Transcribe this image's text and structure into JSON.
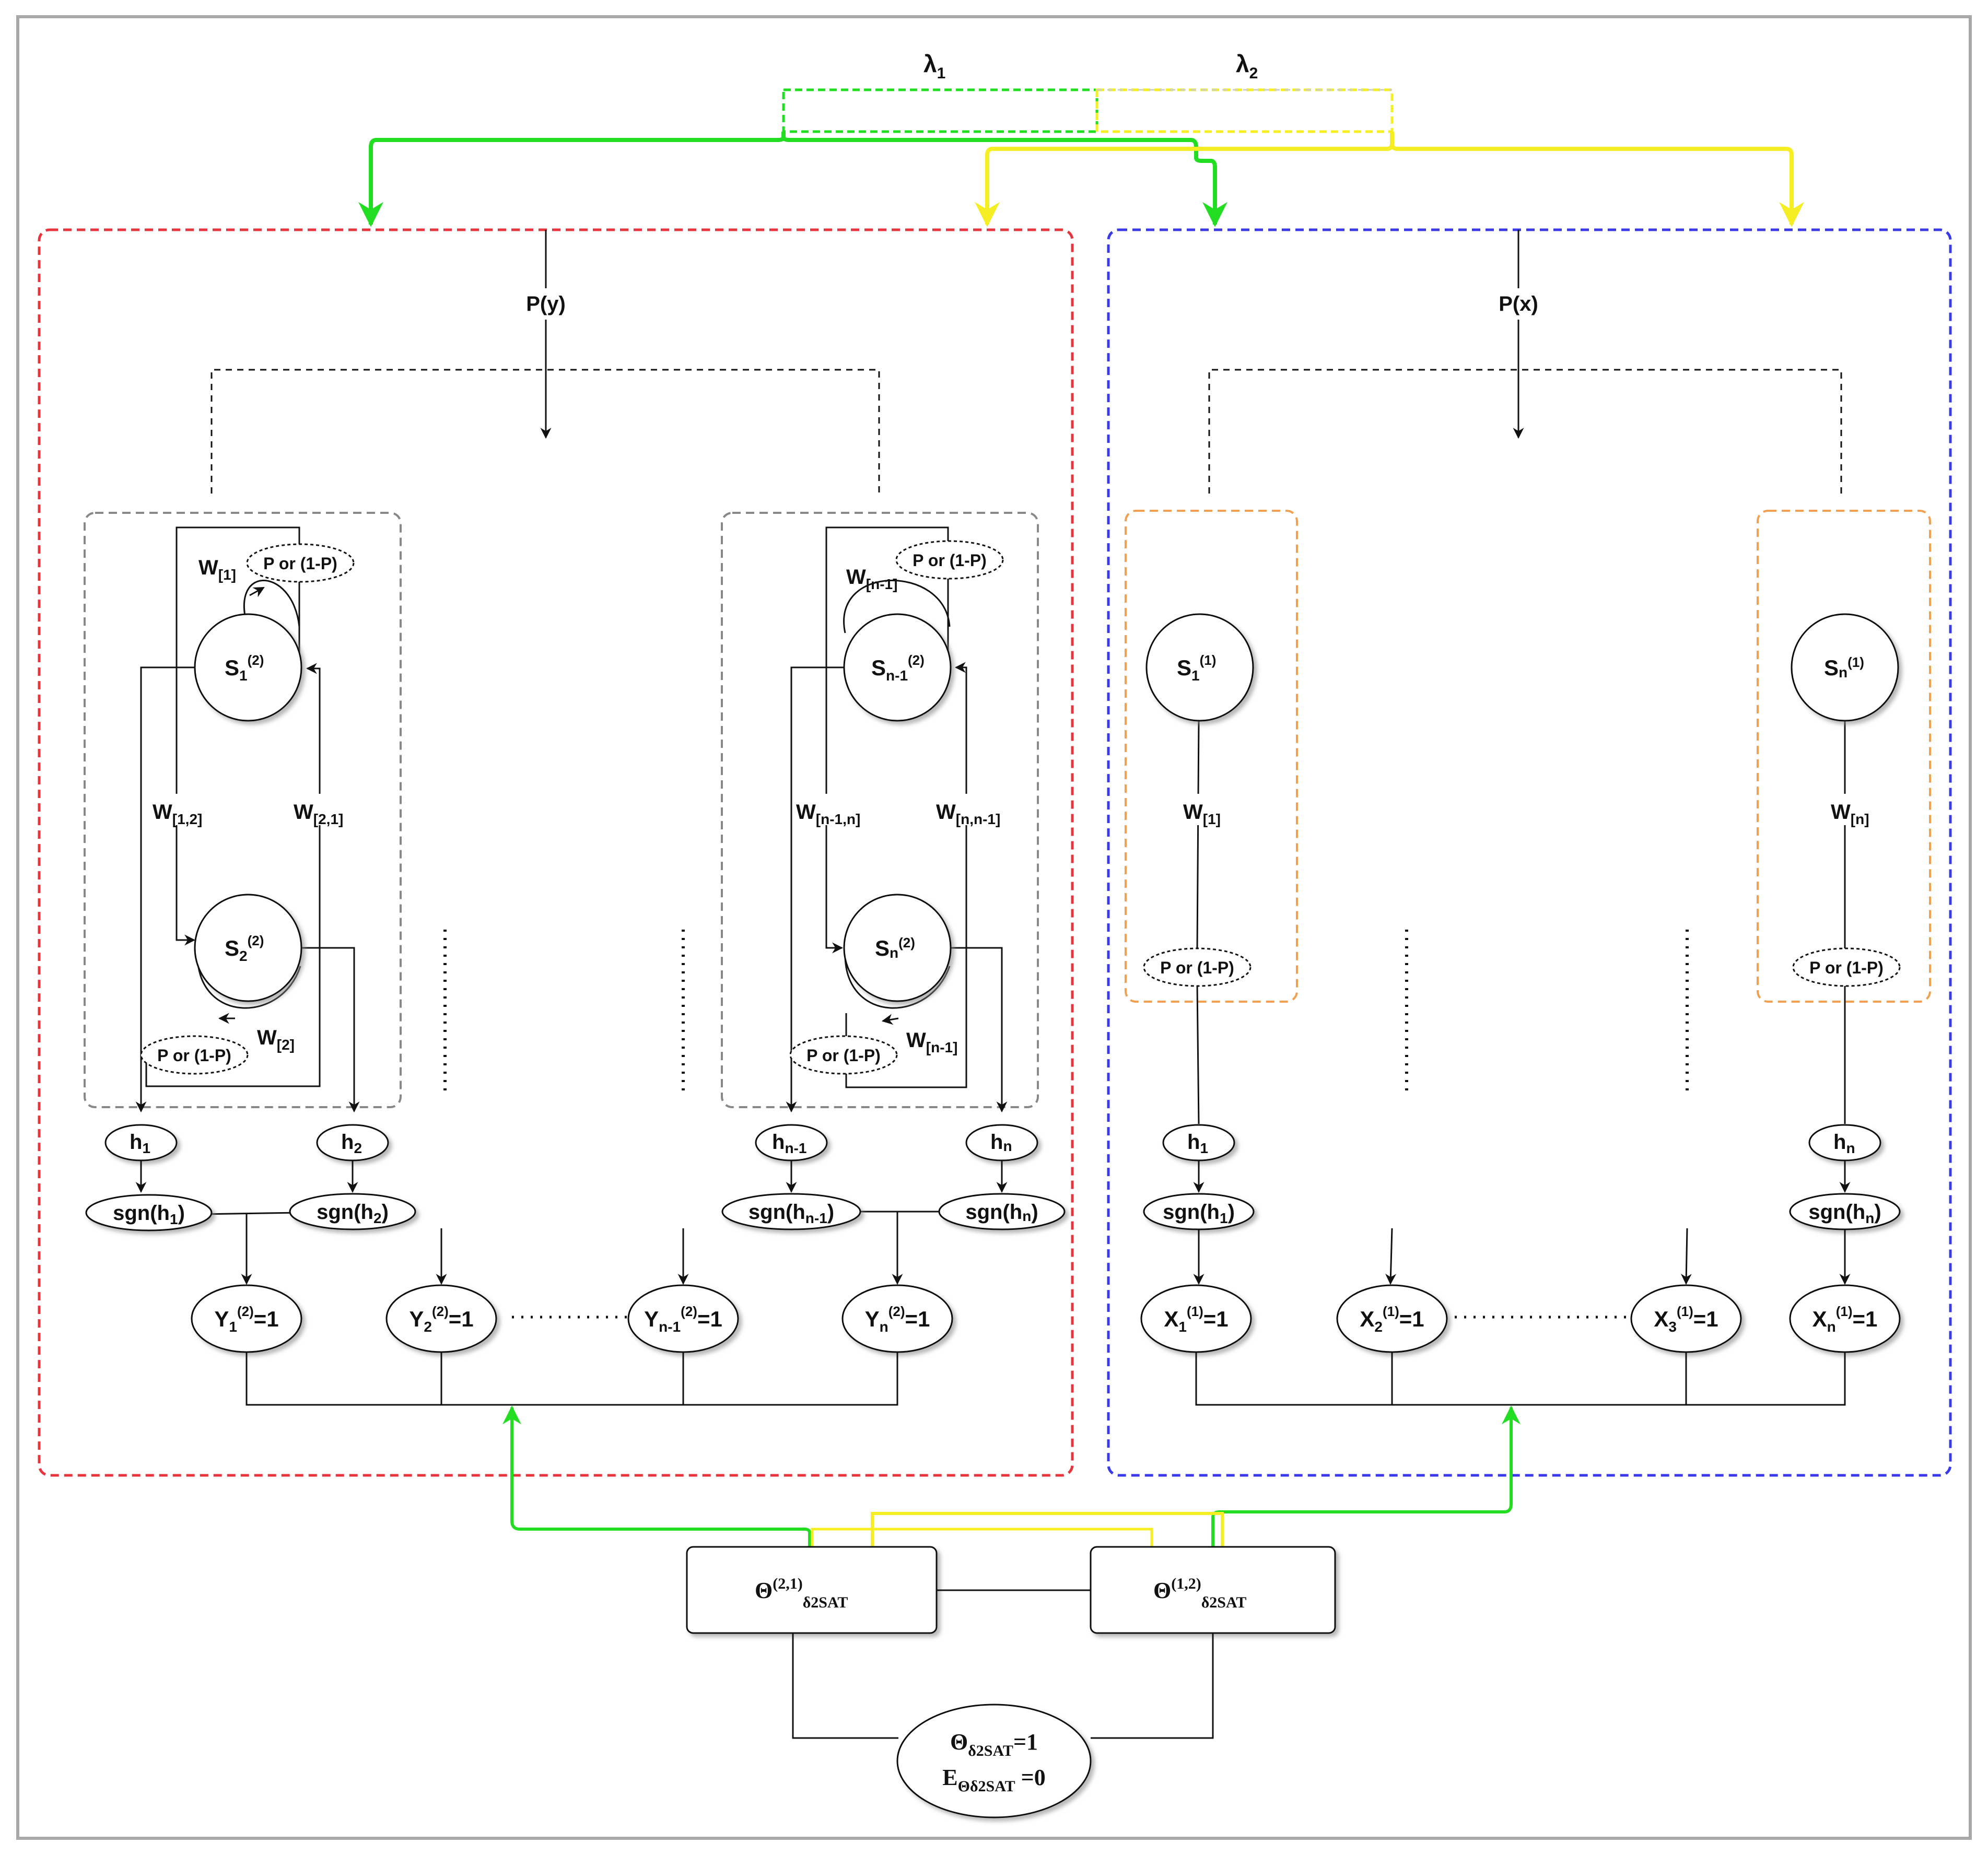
{
  "colors": {
    "frame": "#a8a8a8",
    "left_panel": "#e8343c",
    "right_panel": "#3a3ae8",
    "inner_gray": "#888888",
    "inner_orange": "#f0a050",
    "green_arrow": "#22dd22",
    "yellow_arrow": "#f4ee22"
  },
  "lambda": {
    "l1": "λ",
    "l1_sub": "1",
    "l2": "λ",
    "l2_sub": "2"
  },
  "left": {
    "prob_label": "P(y)",
    "block1": {
      "s1": "S",
      "s1_sub": "1",
      "s1_sup": "(2)",
      "s2": "S",
      "s2_sub": "2",
      "s2_sup": "(2)",
      "w_top": "W",
      "w_top_sub": "[1]",
      "w_12": "W",
      "w_12_sub": "[1,2]",
      "w_21": "W",
      "w_21_sub": "[2,1]",
      "w_bot": "W",
      "w_bot_sub": "[2]",
      "p_top": "P or (1-P)",
      "p_bot": "P or (1-P)"
    },
    "block2": {
      "s1": "S",
      "s1_sub": "n-1",
      "s1_sup": "(2)",
      "s2": "S",
      "s2_sub": "n",
      "s2_sup": "(2)",
      "w_top": "W",
      "w_top_sub": "[n-1]",
      "w_12": "W",
      "w_12_sub": "[n-1,n]",
      "w_21": "W",
      "w_21_sub": "[n,n-1]",
      "w_bot": "W",
      "w_bot_sub": "[n-1]",
      "p_top": "P or (1-P)",
      "p_bot": "P or (1-P)"
    },
    "h1": "h",
    "h1_sub": "1",
    "h2": "h",
    "h2_sub": "2",
    "h3": "h",
    "h3_sub": "n-1",
    "h4": "h",
    "h4_sub": "n",
    "sgn1": "sgn(h",
    "sgn1_sub": "1",
    "sgn1_end": ")",
    "sgn2": "sgn(h",
    "sgn2_sub": "2",
    "sgn2_end": ")",
    "sgn3": "sgn(h",
    "sgn3_sub": "n-1",
    "sgn3_end": ")",
    "sgn4": "sgn(h",
    "sgn4_sub": "n",
    "sgn4_end": ")",
    "y1": "Y",
    "y1_sub": "1",
    "y1_sup": "(2)",
    "y1_eq": "=1",
    "y2": "Y",
    "y2_sub": "2",
    "y2_sup": "(2)",
    "y2_eq": "=1",
    "y3": "Y",
    "y3_sub": "n-1",
    "y3_sup": "(2)",
    "y3_eq": "=1",
    "y4": "Y",
    "y4_sub": "n",
    "y4_sup": "(2)",
    "y4_eq": "=1"
  },
  "right": {
    "prob_label": "P(x)",
    "block1": {
      "s": "S",
      "s_sub": "1",
      "s_sup": "(1)",
      "w": "W",
      "w_sub": "[1]",
      "p": "P or (1-P)"
    },
    "block2": {
      "s": "S",
      "s_sub": "n",
      "s_sup": "(1)",
      "w": "W",
      "w_sub": "[n]",
      "p": "P or (1-P)"
    },
    "h1": "h",
    "h1_sub": "1",
    "h2": "h",
    "h2_sub": "n",
    "sgn1": "sgn(h",
    "sgn1_sub": "1",
    "sgn1_end": ")",
    "sgn2": "sgn(h",
    "sgn2_sub": "n",
    "sgn2_end": ")",
    "x1": "X",
    "x1_sub": "1",
    "x1_sup": "(1)",
    "x1_eq": "=1",
    "x2": "X",
    "x2_sub": "2",
    "x2_sup": "(1)",
    "x2_eq": "=1",
    "x3": "X",
    "x3_sub": "3",
    "x3_sup": "(1)",
    "x3_eq": "=1",
    "x4": "X",
    "x4_sub": "n",
    "x4_sup": "(1)",
    "x4_eq": "=1"
  },
  "bottom": {
    "theta21": "Θ",
    "theta21_sup": "(2,1)",
    "theta21_sub": "δ2SAT",
    "theta12": "Θ",
    "theta12_sup": "(1,2)",
    "theta12_sub": "δ2SAT",
    "final_l1": "Θ",
    "final_l1_sub": "δ2SAT",
    "final_l1_eq": "=1",
    "final_l2": "E",
    "final_l2_sub": "Θδ2SAT",
    "final_l2_eq": " =0"
  }
}
